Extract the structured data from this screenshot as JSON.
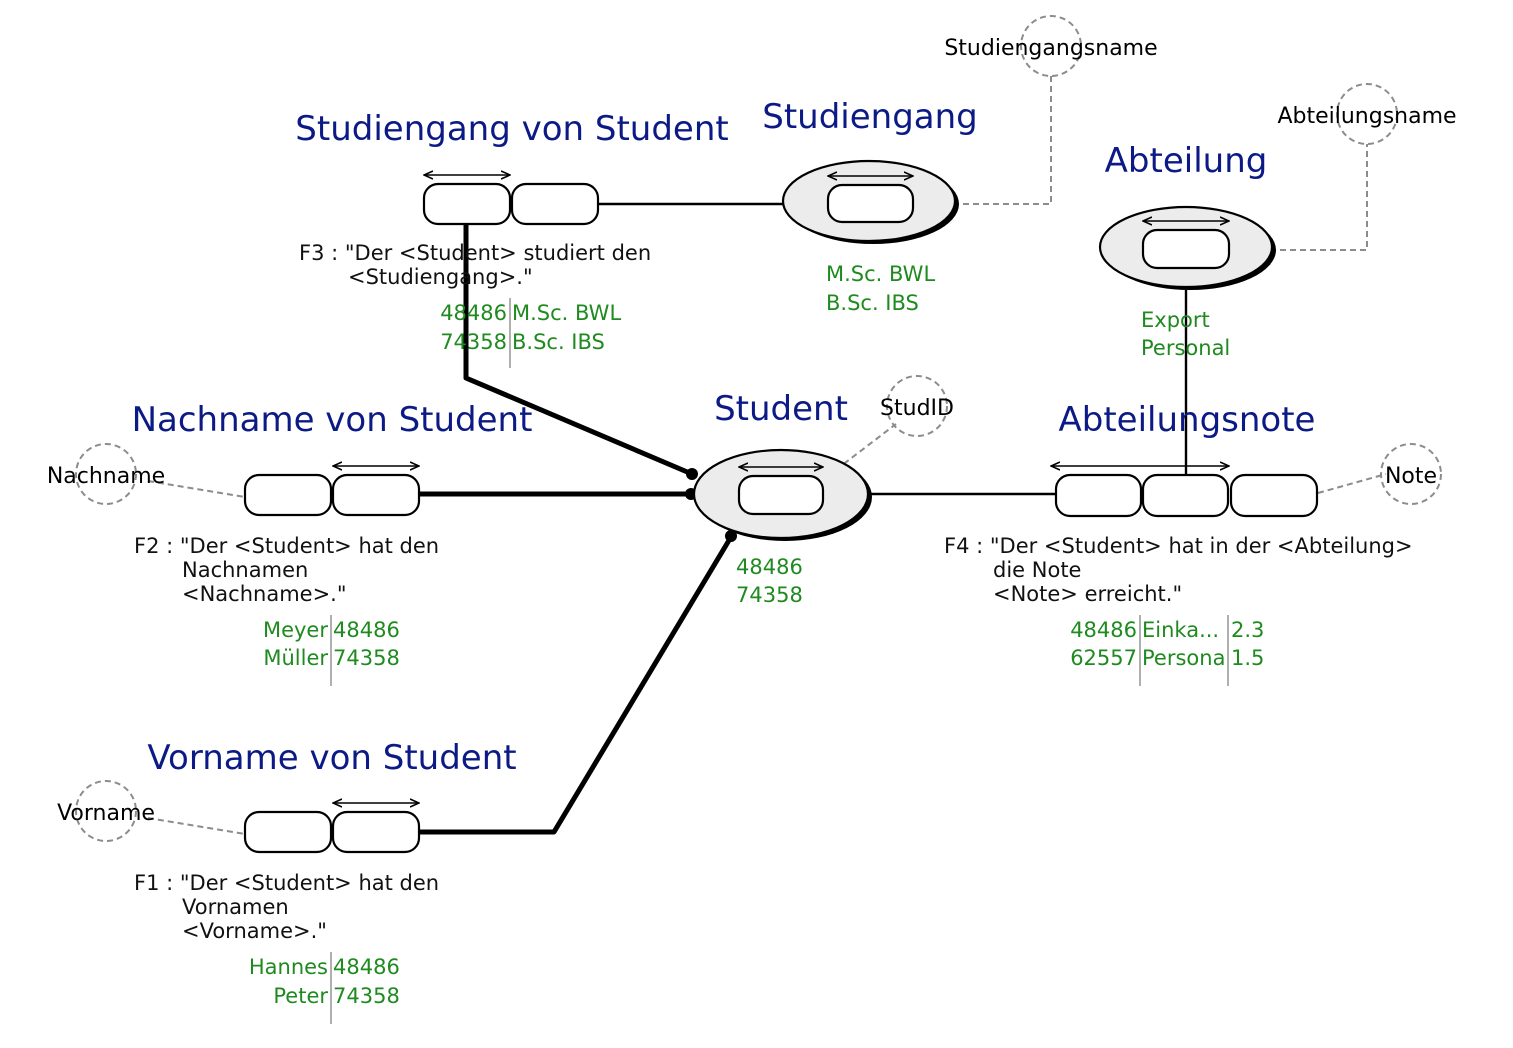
{
  "entities": {
    "student": {
      "name": "Student",
      "population": [
        "48486",
        "74358"
      ]
    },
    "studiengang": {
      "name": "Studiengang",
      "population": [
        "M.Sc. BWL",
        "B.Sc. IBS"
      ]
    },
    "abteilung": {
      "name": "Abteilung",
      "population": [
        "Export",
        "Personal"
      ]
    }
  },
  "value_types": {
    "studid": "StudID",
    "studiengangsname": "Studiengangsname",
    "abteilungsname": "Abteilungsname",
    "nachname": "Nachname",
    "vorname": "Vorname",
    "note": "Note"
  },
  "fact_types": {
    "f1": {
      "title": "Vorname von Student",
      "reading": [
        "F1 : \"Der <Student> hat den",
        "Vornamen",
        "<Vorname>.\""
      ],
      "rows": [
        [
          "Hannes",
          "48486"
        ],
        [
          "Peter",
          "74358"
        ]
      ]
    },
    "f2": {
      "title": "Nachname von Student",
      "reading": [
        "F2 : \"Der <Student> hat den",
        "Nachnamen",
        "<Nachname>.\""
      ],
      "rows": [
        [
          "Meyer",
          "48486"
        ],
        [
          "Müller",
          "74358"
        ]
      ]
    },
    "f3": {
      "title": "Studiengang von Student",
      "reading": [
        "F3 : \"Der <Student> studiert den",
        "<Studiengang>.\""
      ],
      "rows": [
        [
          "48486",
          "M.Sc. BWL"
        ],
        [
          "74358",
          "B.Sc. IBS"
        ]
      ]
    },
    "f4": {
      "title": "Abteilungsnote",
      "reading": [
        "F4 : \"Der <Student> hat in der <Abteilung>",
        "die Note",
        "<Note> erreicht.\""
      ],
      "rows": [
        [
          "48486",
          "Einka...",
          "2.3"
        ],
        [
          "62557",
          "Persona",
          "1.5"
        ]
      ]
    }
  },
  "colors": {
    "title": "#0c1a85",
    "population": "#1f8a1f",
    "text": "#111111",
    "dashed": "#8c8c8c"
  }
}
